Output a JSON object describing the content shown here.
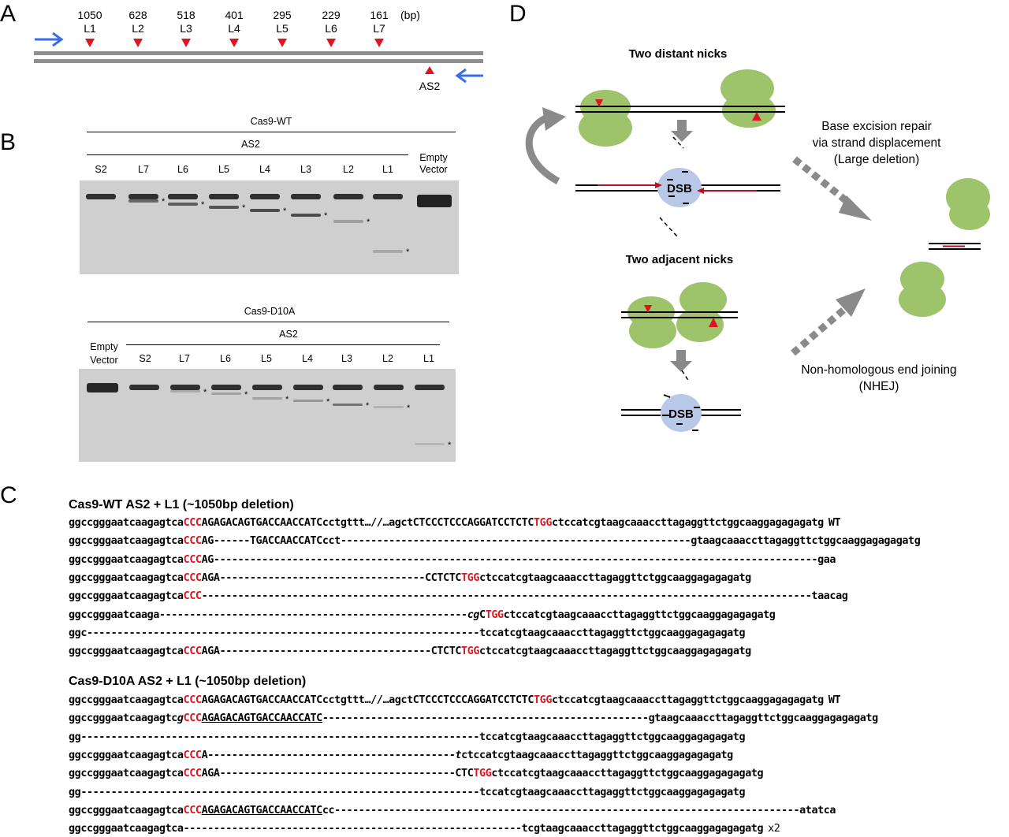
{
  "panels": {
    "A": "A",
    "B": "B",
    "C": "C",
    "D": "D"
  },
  "panel_a": {
    "sizes": [
      "1050",
      "628",
      "518",
      "401",
      "295",
      "229",
      "161"
    ],
    "unit": "(bp)",
    "sites": [
      "L1",
      "L2",
      "L3",
      "L4",
      "L5",
      "L6",
      "L7"
    ],
    "antisense_site": "AS2"
  },
  "panel_b": {
    "gel1": {
      "title": "Cas9-WT",
      "group": "AS2",
      "lanes": [
        "S2",
        "L7",
        "L6",
        "L5",
        "L4",
        "L3",
        "L2",
        "L1"
      ],
      "control_line1": "Empty",
      "control_line2": "Vector"
    },
    "gel2": {
      "title": "Cas9-D10A",
      "group": "AS2",
      "control_line1": "Empty",
      "control_line2": "Vector",
      "lanes": [
        "S2",
        "L7",
        "L6",
        "L5",
        "L4",
        "L3",
        "L2",
        "L1"
      ]
    },
    "marker": "*"
  },
  "panel_c": {
    "wt_title": "Cas9-WT AS2 + L1 (~1050bp deletion)",
    "d10a_title": "Cas9-D10A AS2 + L1 (~1050bp deletion)",
    "wt_label": "WT",
    "repeat_label": "x2",
    "wt_rows": [
      [
        [
          "ggccgggaatcaagagtca",
          ""
        ],
        [
          "CCC",
          "r"
        ],
        [
          "AGAGACAGTGACCAACCATC",
          ""
        ],
        [
          "cctgttt…//…agct",
          ""
        ],
        [
          "CTCCCTCCCAGGATCCTCTC",
          ""
        ],
        [
          "TGG",
          "r"
        ],
        [
          "ctccatcgtaagcaaaccttagaggttctggcaaggagagagatg",
          ""
        ]
      ],
      [
        [
          "ggccgggaatcaagagtca",
          ""
        ],
        [
          "CCC",
          "r"
        ],
        [
          "AG------TGACCAACCATC",
          ""
        ],
        [
          "cct----------------------------------------------------------gtaagcaaaccttagaggttctggcaaggagagagatg",
          ""
        ]
      ],
      [
        [
          "ggccgggaatcaagagtca",
          ""
        ],
        [
          "CCC",
          "r"
        ],
        [
          "AG----------------------------------------------------------------------------------------------------gaa",
          ""
        ]
      ],
      [
        [
          "ggccgggaatcaagagtca",
          ""
        ],
        [
          "CCC",
          "r"
        ],
        [
          "AGA----------------------------------",
          ""
        ],
        [
          "CCTCTC",
          ""
        ],
        [
          "TGG",
          "r"
        ],
        [
          "ctccatcgtaagcaaaccttagaggttctggcaaggagagagatg",
          ""
        ]
      ],
      [
        [
          "ggccgggaatcaagagtca",
          ""
        ],
        [
          "CCC",
          "r"
        ],
        [
          "-----------------------------------------------------------------------------------------------------taacag",
          ""
        ]
      ],
      [
        [
          "ggccgggaatcaaga---------------------------------------------------",
          ""
        ],
        [
          "cg",
          "i"
        ],
        [
          "C",
          ""
        ],
        [
          "TGG",
          "r"
        ],
        [
          "ctccatcgtaagcaaaccttagaggttctggcaaggagagagatg",
          ""
        ]
      ],
      [
        [
          "ggc-----------------------------------------------------------------tccatcgtaagcaaaccttagaggttctggcaaggagagagatg",
          ""
        ]
      ],
      [
        [
          "ggccgggaatcaagagtca",
          ""
        ],
        [
          "CCC",
          "r"
        ],
        [
          "AGA-----------------------------------",
          ""
        ],
        [
          "CTCTC",
          ""
        ],
        [
          "TGG",
          "r"
        ],
        [
          "ctccatcgtaagcaaaccttagaggttctggcaaggagagagatg",
          ""
        ]
      ]
    ],
    "d10a_rows": [
      [
        [
          "ggccgggaatcaagagtca",
          ""
        ],
        [
          "CCC",
          "r"
        ],
        [
          "AGAGACAGTGACCAACCATC",
          ""
        ],
        [
          "cctgttt…//…agct",
          ""
        ],
        [
          "CTCCCTCCCAGGATCCTCTC",
          ""
        ],
        [
          "TGG",
          "r"
        ],
        [
          "ctccatcgtaagcaaaccttagaggttctggcaaggagagagatg",
          ""
        ]
      ],
      [
        [
          "ggccgggaatcaagagtc",
          ""
        ],
        [
          "g",
          "i"
        ],
        [
          "CCC",
          "r"
        ],
        [
          "AGAGACAGTGACCAACCATC",
          "u"
        ],
        [
          "------------------------------------------------------gtaagcaaaccttagaggttctggcaaggagagagatg",
          ""
        ]
      ],
      [
        [
          "gg------------------------------------------------------------------tccatcgtaagcaaaccttagaggttctggcaaggagagagatg",
          ""
        ]
      ],
      [
        [
          "ggccgggaatcaagagtca",
          ""
        ],
        [
          "CCC",
          "r"
        ],
        [
          "A-----------------------------------------",
          ""
        ],
        [
          "t",
          "i"
        ],
        [
          "ctccatcgtaagcaaaccttagaggttctggcaaggagagagatg",
          ""
        ]
      ],
      [
        [
          "ggccgggaatcaagagtca",
          ""
        ],
        [
          "CCC",
          "r"
        ],
        [
          "AGA---------------------------------------",
          ""
        ],
        [
          "CTC",
          ""
        ],
        [
          "TGG",
          "r"
        ],
        [
          "ctccatcgtaagcaaaccttagaggttctggcaaggagagagatg",
          ""
        ]
      ],
      [
        [
          "gg------------------------------------------------------------------tccatcgtaagcaaaccttagaggttctggcaaggagagagatg",
          ""
        ]
      ],
      [
        [
          "ggccgggaatcaagagtca",
          ""
        ],
        [
          "CCC",
          "r"
        ],
        [
          "AGAGACAGTGACCAACCATC",
          "u"
        ],
        [
          "cc-----------------------------------------------------------------------------atatca",
          ""
        ]
      ],
      [
        [
          "ggccgggaatcaagagtca--------------------------------------------------------tcgtaagcaaaccttagaggttctggcaaggagagagatg",
          ""
        ]
      ]
    ]
  },
  "panel_d": {
    "distant_title": "Two distant nicks",
    "adjacent_title": "Two adjacent nicks",
    "dsb_label": "DSB",
    "ber_line1": "Base excision repair",
    "ber_line2": "via strand displacement",
    "ber_line3": "(Large deletion)",
    "nhej_line1": "Non-homologous end joining",
    "nhej_line2": "(NHEJ)"
  },
  "colors": {
    "nick_marker": "#e0141e",
    "primer_arrow": "#3a6ee8",
    "cas9_protein": "#9dc36b",
    "dsb_complex": "#b8c8e6",
    "gel_background": "#cfcfcf",
    "process_arrow": "#8a8a8a"
  }
}
